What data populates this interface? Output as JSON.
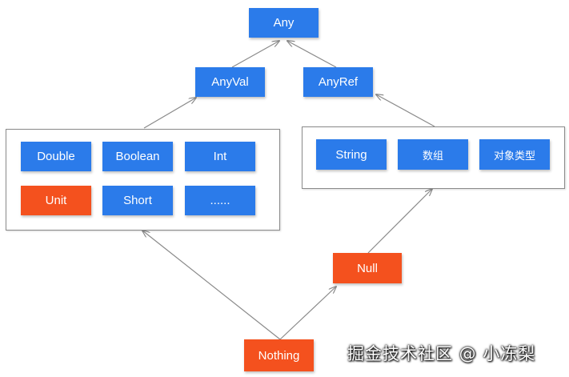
{
  "colors": {
    "type_box": "#2b7bea",
    "special_box": "#f4511e",
    "arrow": "#8a8a8a",
    "group_border": "#8a8a8a"
  },
  "nodes": {
    "any": "Any",
    "anyval": "AnyVal",
    "anyref": "AnyRef",
    "double": "Double",
    "boolean": "Boolean",
    "int": "Int",
    "unit": "Unit",
    "short": "Short",
    "more": "......",
    "string": "String",
    "array": "数组",
    "object_type": "对象类型",
    "null": "Null",
    "nothing": "Nothing"
  },
  "watermark": "掘金技术社区 @ 小冻梨"
}
